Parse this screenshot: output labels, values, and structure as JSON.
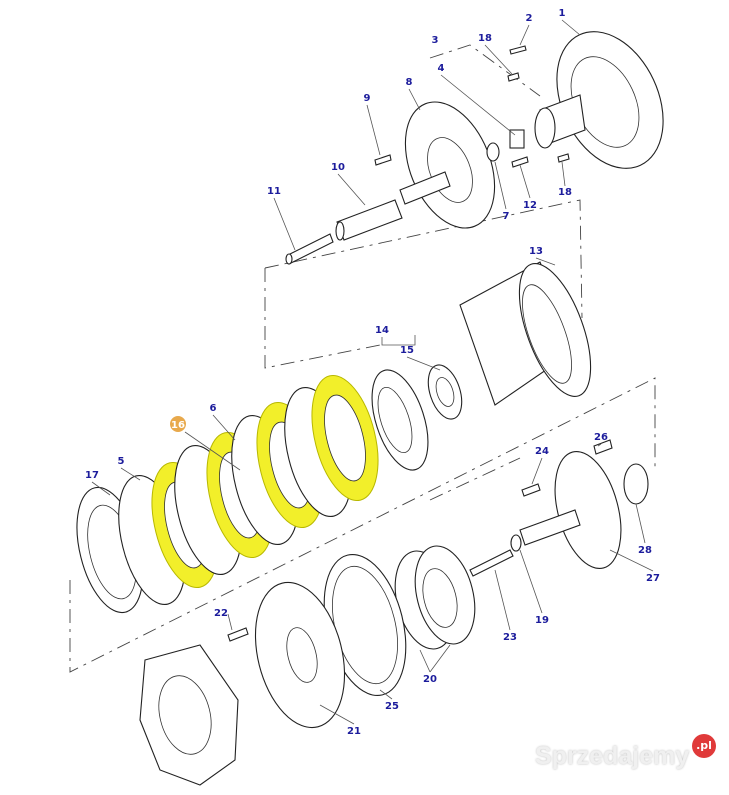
{
  "diagram": {
    "highlight_color": "#f2ef2a",
    "label_color": "#1c1c9c",
    "highlighted_label_color": "#e8a94c",
    "part_labels": [
      "1",
      "2",
      "3",
      "18",
      "4",
      "8",
      "9",
      "10",
      "11",
      "7",
      "12",
      "18",
      "13",
      "14",
      "15",
      "6",
      "16",
      "26",
      "24",
      "17",
      "5",
      "28",
      "27",
      "22",
      "19",
      "23",
      "20",
      "25",
      "21"
    ],
    "highlighted_part": "16"
  },
  "watermark": {
    "text": "Sprzedajemy",
    "badge": ".pl"
  }
}
